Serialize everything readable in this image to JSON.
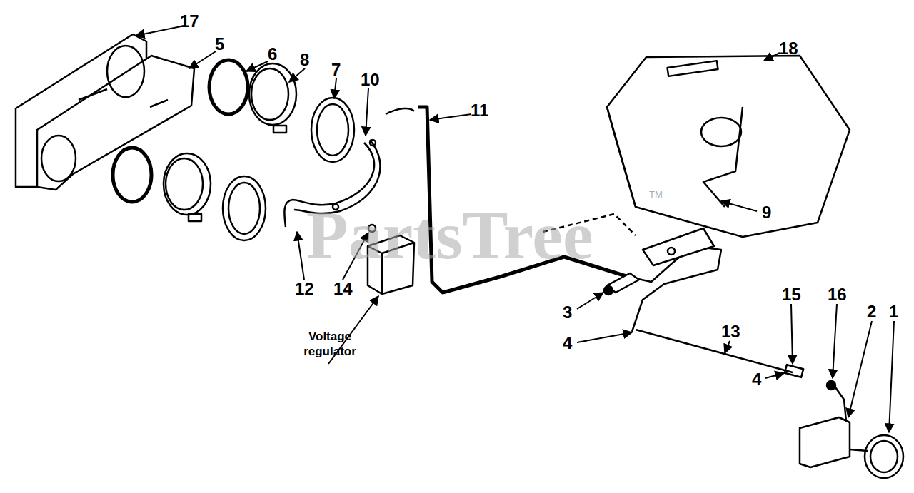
{
  "diagram": {
    "labels": [
      "17",
      "5",
      "6",
      "8",
      "7",
      "10",
      "11",
      "18",
      "9",
      "12",
      "14",
      "3",
      "13",
      "15",
      "16",
      "2",
      "1",
      "4",
      "4",
      "Voltage regulator",
      "PartsTree",
      "TM"
    ]
  }
}
